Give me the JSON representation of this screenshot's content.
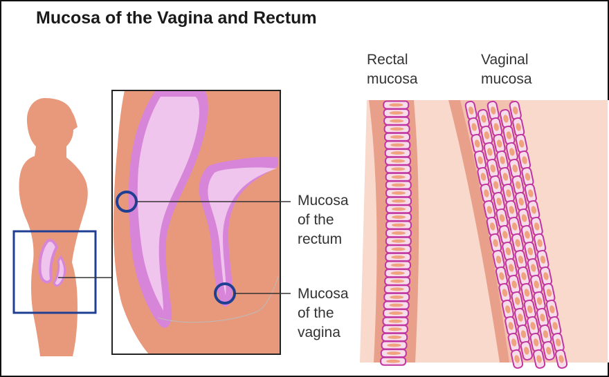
{
  "title": "Mucosa of the Vagina and Rectum",
  "labels": {
    "rectal_col": [
      "Rectal",
      "mucosa"
    ],
    "vaginal_col": [
      "Vaginal",
      "mucosa"
    ],
    "rectum_callout": [
      "Mucosa",
      "of the",
      "rectum"
    ],
    "vagina_callout": [
      "Mucosa",
      "of the",
      "vagina"
    ]
  },
  "colors": {
    "skin": "#e8997c",
    "skin_light": "#f6cdbb",
    "skin_pale": "#f8d9cc",
    "mucosa": "#d785d8",
    "mucosa_light": "#efc5ee",
    "cell_border": "#c0359f",
    "cell_fill": "#f7dde9",
    "nucleus": "#efa37f",
    "highlight": "#1f3f93"
  }
}
